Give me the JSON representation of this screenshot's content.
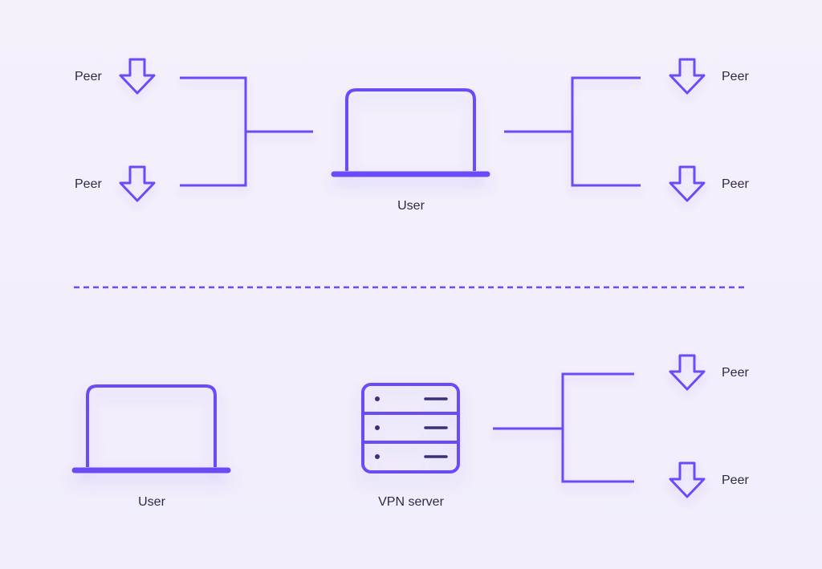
{
  "colors": {
    "accent": "#6a4cf6",
    "text": "#2d2a45",
    "background": "#f3f0fb"
  },
  "icons": {
    "laptop": "laptop-icon",
    "server": "server-icon",
    "download": "download-arrow-icon"
  },
  "top_section": {
    "user_label": "User",
    "peers_left": [
      {
        "label": "Peer"
      },
      {
        "label": "Peer"
      }
    ],
    "peers_right": [
      {
        "label": "Peer"
      },
      {
        "label": "Peer"
      }
    ]
  },
  "bottom_section": {
    "user_label": "User",
    "server_label": "VPN server",
    "peers_right": [
      {
        "label": "Peer"
      },
      {
        "label": "Peer"
      }
    ]
  }
}
